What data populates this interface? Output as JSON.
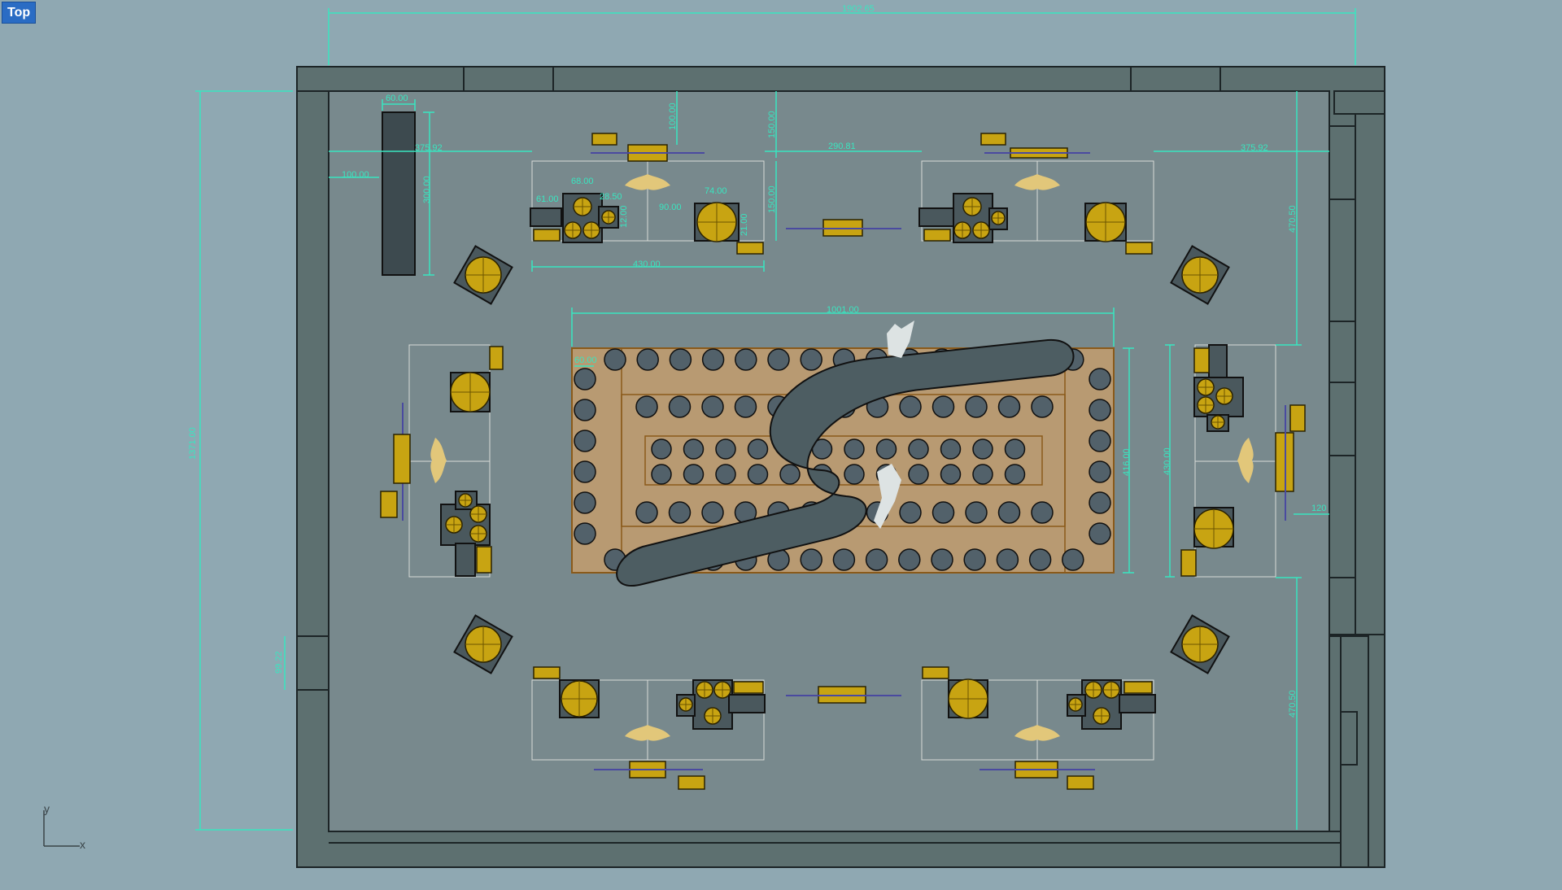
{
  "viewport": {
    "name": "Top"
  },
  "axis": {
    "x": "x",
    "y": "y"
  },
  "colors": {
    "background": "#8fa8b2",
    "floor": "#78898d",
    "wall": "#5d7070",
    "dimension": "#39e6c0",
    "object": "#c8a412",
    "table": "#b89a72",
    "seat": "#52616a",
    "sofa": "#4d5d62"
  },
  "dimensions": {
    "overall_width": "1902.65",
    "overall_height": "1371.00",
    "shelf_width": "60.00",
    "shelf_offset": "100.00",
    "shelf_height": "300.00",
    "left_gap": "375.92",
    "right_gap": "375.92",
    "wall_offset_top": "100.00",
    "booth_top_height": "150.00",
    "booth_side_height": "150.00",
    "booth_spacing": "290.81",
    "booth_width": "430.00",
    "seat_a": "61.00",
    "seat_b": "68.00",
    "seat_c": "28.50",
    "seat_d": "90.00",
    "seat_e": "74.00",
    "seat_f": "12.00",
    "seat_g": "21.00",
    "stage_width": "1001.00",
    "stage_height": "416.00",
    "stage_cell": "60.00",
    "right_upper": "470.50",
    "right_lower": "470.50",
    "right_booth_height": "430.00",
    "right_offset": "120",
    "door_width": "99.22"
  }
}
